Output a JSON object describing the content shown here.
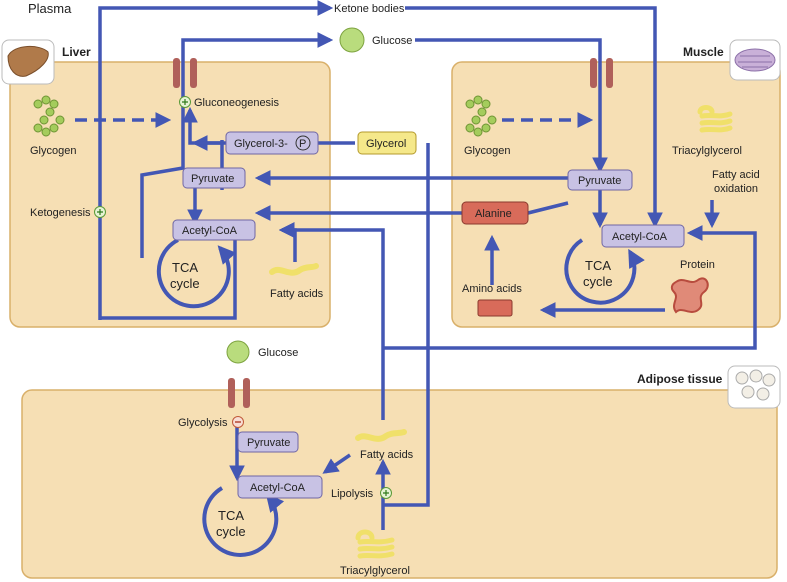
{
  "colors": {
    "arrow": "#4357b4",
    "panel_fill": "#f6dfb4",
    "panel_stroke": "#d9b06a",
    "box_purple": "#c8c2e4",
    "box_yellow": "#f5e88a",
    "box_red": "#d86b5a",
    "channel": "#b0605a",
    "glucose": "#b9dc7d",
    "glycogen": "#a4cc5c",
    "fatty": "#f0e06a",
    "protein": "#d97d6b"
  },
  "icons": [
    "liver-icon",
    "muscle-icon",
    "adipose-icon",
    "glucose-icon",
    "glycogen-icon",
    "fatty-acid-icon",
    "triacylglycerol-icon",
    "protein-icon",
    "plus-icon",
    "minus-icon",
    "channel-icon"
  ],
  "plasma": {
    "label": "Plasma",
    "ketone_bodies": "Ketone bodies",
    "glucose": "Glucose"
  },
  "liver": {
    "title": "Liver",
    "gluconeogenesis": "Gluconeogenesis",
    "glycogen": "Glycogen",
    "glycerol3p": "Glycerol-3-",
    "phosphate": "P",
    "pyruvate": "Pyruvate",
    "acetyl_coa": "Acetyl-CoA",
    "ketogenesis": "Ketogenesis",
    "tca_line1": "TCA",
    "tca_line2": "cycle",
    "fatty_acids": "Fatty acids"
  },
  "glycerol": "Glycerol",
  "alanine": "Alanine",
  "muscle": {
    "title": "Muscle",
    "glycogen": "Glycogen",
    "pyruvate": "Pyruvate",
    "acetyl_coa": "Acetyl-CoA",
    "triacylglycerol": "Triacylglycerol",
    "fa_ox_line1": "Fatty acid",
    "fa_ox_line2": "oxidation",
    "protein": "Protein",
    "amino_acids": "Amino acids",
    "tca_line1": "TCA",
    "tca_line2": "cycle"
  },
  "adipose": {
    "title": "Adipose tissue",
    "glucose": "Glucose",
    "glycolysis": "Glycolysis",
    "pyruvate": "Pyruvate",
    "acetyl_coa": "Acetyl-CoA",
    "tca_line1": "TCA",
    "tca_line2": "cycle",
    "fatty_acids": "Fatty acids",
    "lipolysis": "Lipolysis",
    "triacylglycerol": "Triacylglycerol"
  }
}
